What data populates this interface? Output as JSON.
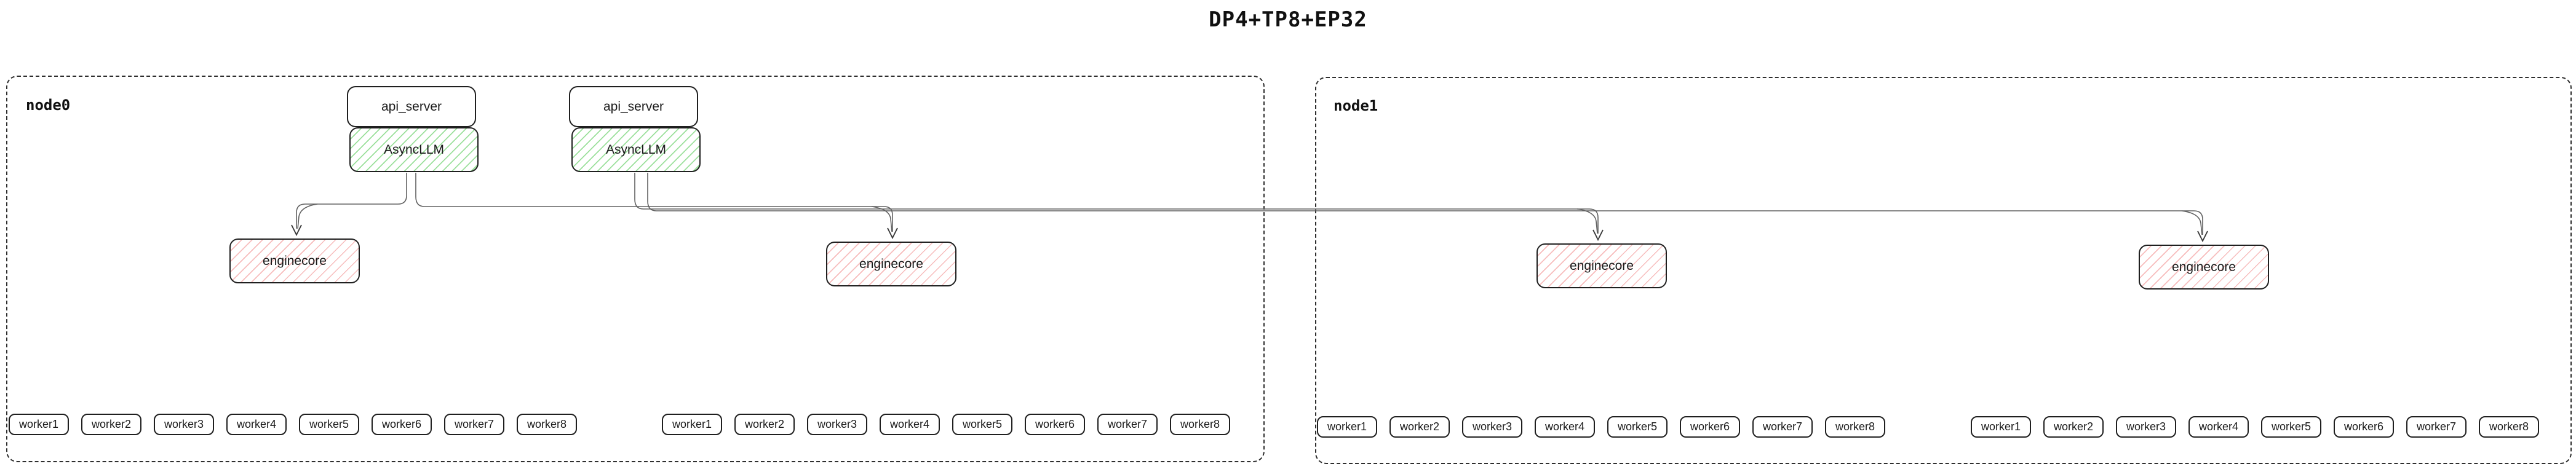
{
  "title": "DP4+TP8+EP32",
  "colors": {
    "background": "#ffffff",
    "box_border": "#1f1f1f",
    "node_border": "#2e2e2e",
    "connector_line": "#606060",
    "arrowhead": "#3a3a3a",
    "asyncllm_hatch_green": "#9ce09c",
    "enginecore_hatch_red": "#f7bcbc",
    "text": "#1a1a1a"
  },
  "nodes": [
    {
      "label": "node0",
      "api_servers": [
        {
          "label": "api_server",
          "asyncllm_label": "AsyncLLM"
        },
        {
          "label": "api_server",
          "asyncllm_label": "AsyncLLM"
        }
      ],
      "enginecores": [
        "enginecore",
        "enginecore"
      ],
      "worker_groups": [
        [
          "worker1",
          "worker2",
          "worker3",
          "worker4",
          "worker5",
          "worker6",
          "worker7",
          "worker8"
        ],
        [
          "worker1",
          "worker2",
          "worker3",
          "worker4",
          "worker5",
          "worker6",
          "worker7",
          "worker8"
        ]
      ]
    },
    {
      "label": "node1",
      "api_servers": [],
      "enginecores": [
        "enginecore",
        "enginecore"
      ],
      "worker_groups": [
        [
          "worker1",
          "worker2",
          "worker3",
          "worker4",
          "worker5",
          "worker6",
          "worker7",
          "worker8"
        ],
        [
          "worker1",
          "worker2",
          "worker3",
          "worker4",
          "worker5",
          "worker6",
          "worker7",
          "worker8"
        ]
      ]
    }
  ]
}
